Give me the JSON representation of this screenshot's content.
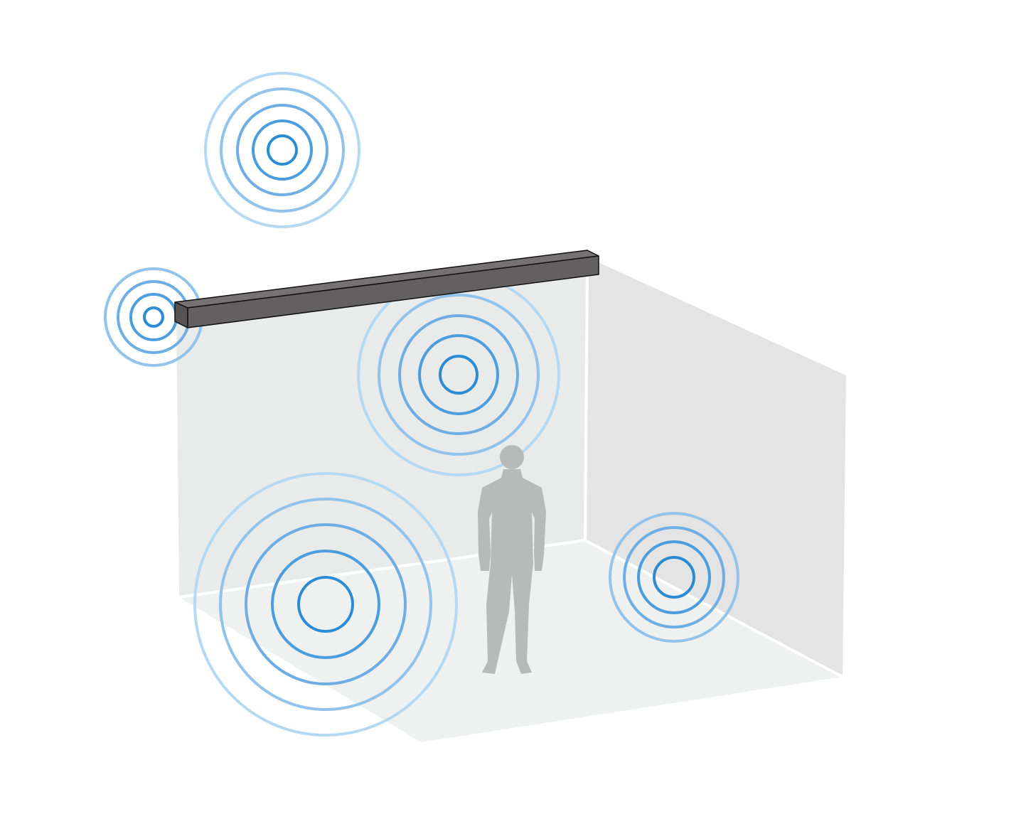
{
  "colors": {
    "background": "#ffffff",
    "back_wall": "#e9eaea",
    "side_wall": "#e4e4e4",
    "floor": "#eff0f0",
    "soundbar": "#636162",
    "person": "#b8b9b9",
    "ring_shades": [
      "#2b8bd4",
      "#4c9ddd",
      "#6eaee4",
      "#91c3ec",
      "#b5d9f3"
    ]
  },
  "sound_sources": [
    {
      "name": "upper-left",
      "rings": 5
    },
    {
      "name": "far-left",
      "rings": 4
    },
    {
      "name": "center",
      "rings": 5
    },
    {
      "name": "lower-left",
      "rings": 5
    },
    {
      "name": "right",
      "rings": 4
    }
  ]
}
